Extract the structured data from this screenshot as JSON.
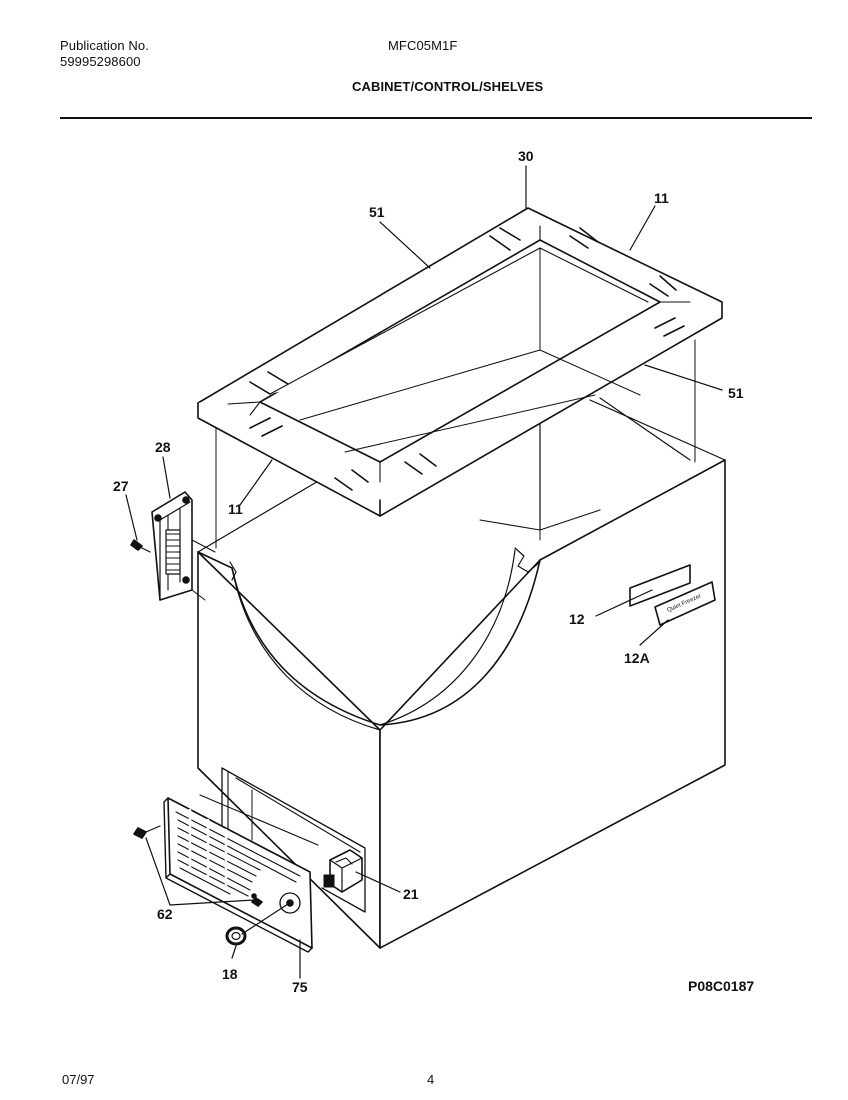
{
  "header": {
    "publication_label": "Publication No.",
    "publication_number": "59995298600",
    "model": "MFC05M1F",
    "section_title": "CABINET/CONTROL/SHELVES"
  },
  "callouts": {
    "c30": "30",
    "c51_top": "51",
    "c11_top": "11",
    "c51_right": "51",
    "c28": "28",
    "c27": "27",
    "c11_left": "11",
    "c12": "12",
    "c12a": "12A",
    "c21": "21",
    "c62": "62",
    "c18": "18",
    "c75": "75"
  },
  "drawing_ref": "P08C0187",
  "footer": {
    "date": "07/97",
    "page": "4"
  }
}
